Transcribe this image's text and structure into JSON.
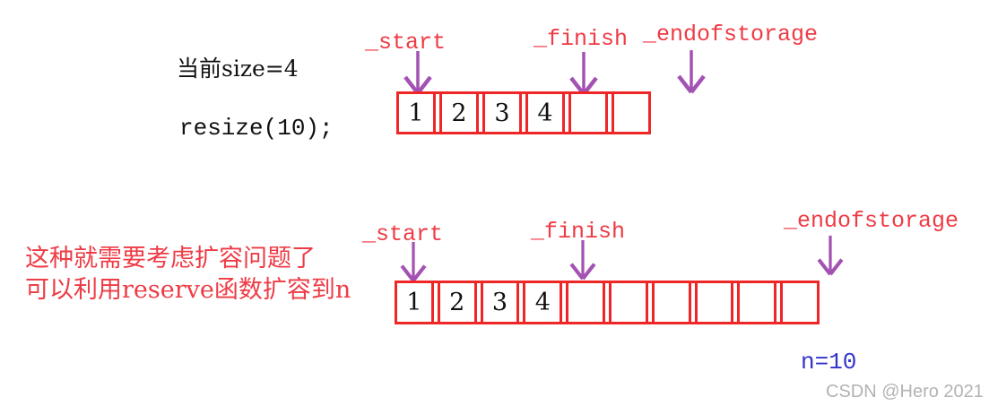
{
  "colors": {
    "label_red": "#ee3b45",
    "box_red": "#ee2626",
    "purple": "#a352b3",
    "blue": "#3333cc",
    "gray": "#b3b3b3",
    "black": "#111111"
  },
  "top_section": {
    "size_label": "当前size=4",
    "code_label": "resize(10);",
    "pointers": {
      "start": "_start",
      "finish": "_finish",
      "endofstorage": "_endofstorage"
    },
    "cells": [
      "1",
      "2",
      "3",
      "4",
      "",
      ""
    ]
  },
  "bottom_section": {
    "note_line1": "这种就需要考虑扩容问题了",
    "note_line2": "可以利用reserve函数扩容到n",
    "pointers": {
      "start": "_start",
      "finish": "_finish",
      "endofstorage": "_endofstorage"
    },
    "cells": [
      "1",
      "2",
      "3",
      "4",
      "",
      "",
      "",
      "",
      "",
      ""
    ],
    "n_label": "n=10"
  },
  "watermark": "CSDN @Hero 2021"
}
